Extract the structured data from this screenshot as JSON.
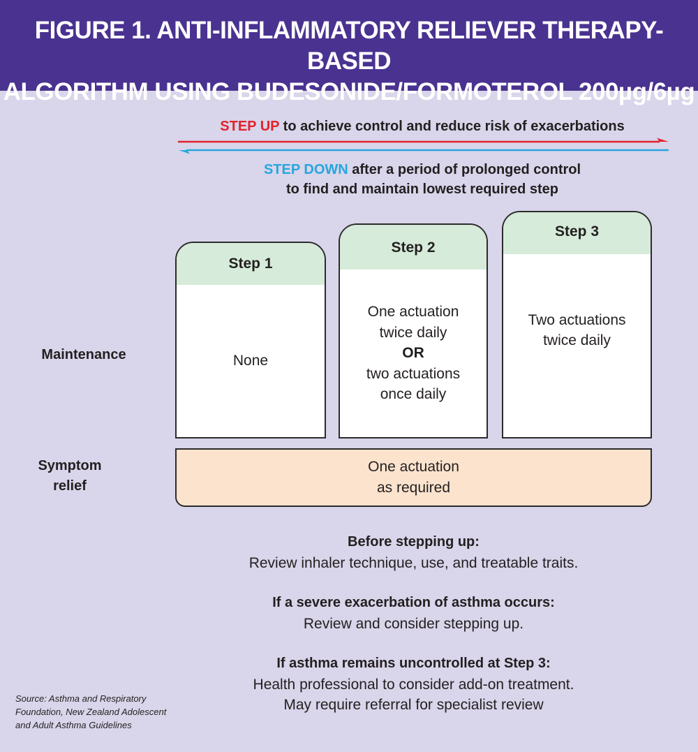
{
  "header": {
    "title_line1": "FIGURE 1. ANTI-INFLAMMATORY RELIEVER THERAPY-BASED",
    "title_line2": "ALGORITHM USING BUDESONIDE/FORMOTEROL 200µg/6µg"
  },
  "step_up": {
    "keyword": "STEP UP",
    "text": " to achieve control and reduce risk of exacerbations"
  },
  "step_down": {
    "keyword": "STEP DOWN",
    "text": " after a period of prolonged control",
    "text_line2": "to find and maintain lowest required step"
  },
  "row_labels": {
    "maintenance": "Maintenance",
    "symptom_relief_line1": "Symptom",
    "symptom_relief_line2": "relief"
  },
  "steps": [
    {
      "title": "Step 1",
      "maintenance": [
        "None"
      ]
    },
    {
      "title": "Step 2",
      "maintenance": [
        "One actuation",
        "twice daily",
        "OR",
        "two actuations",
        "once daily"
      ]
    },
    {
      "title": "Step 3",
      "maintenance": [
        "Two actuations",
        "twice daily"
      ]
    }
  ],
  "symptom_relief": {
    "line1": "One actuation",
    "line2": "as required"
  },
  "notes": [
    {
      "heading": "Before stepping up:",
      "lines": [
        "Review inhaler technique, use, and treatable traits."
      ]
    },
    {
      "heading": "If a severe exacerbation of asthma occurs:",
      "lines": [
        "Review and consider stepping up."
      ]
    },
    {
      "heading": "If asthma remains uncontrolled at Step 3:",
      "lines": [
        "Health professional to consider add-on treatment.",
        "May require referral for specialist review"
      ]
    }
  ],
  "source": {
    "line1": "Source: Asthma and Respiratory",
    "line2": "Foundation, New Zealand Adolescent",
    "line3": "and Adult Asthma Guidelines"
  },
  "colors": {
    "header_bg": "#4a3290",
    "page_bg": "#d9d5ea",
    "step_up": "#e3222b",
    "step_down": "#27a6dd",
    "step_header": "#d6ebd9",
    "relief_box": "#fbe3cd"
  }
}
